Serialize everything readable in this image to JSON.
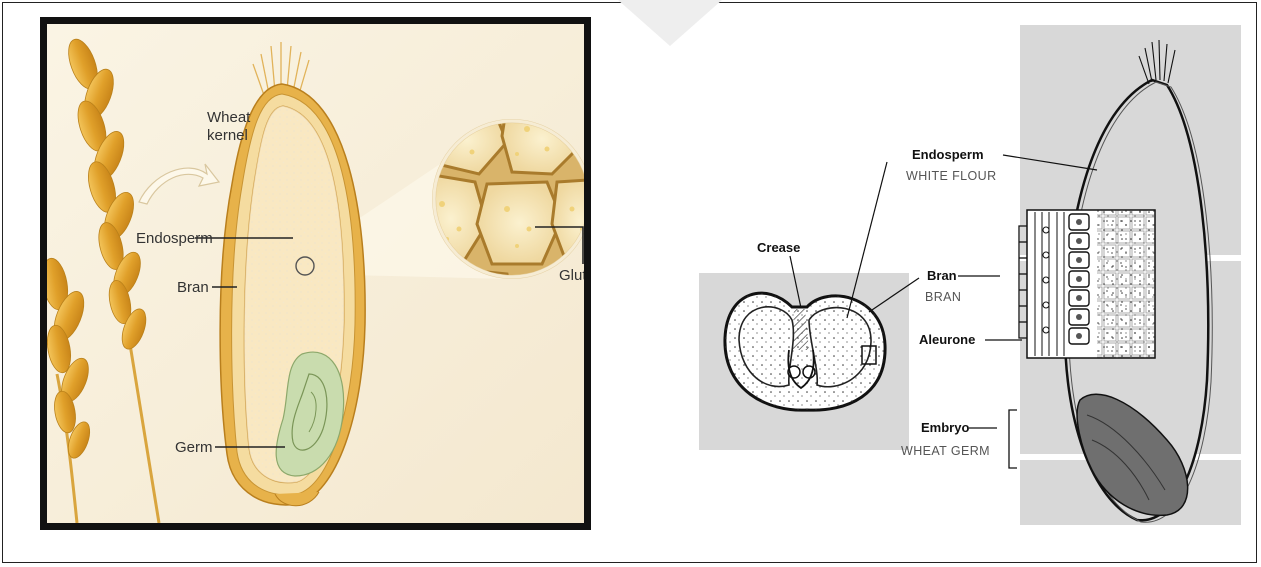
{
  "left_panel": {
    "labels": {
      "kernel_line1": "Wheat",
      "kernel_line2": "kernel",
      "endosperm": "Endosperm",
      "bran": "Bran",
      "germ": "Germ",
      "gluten": "Gluten"
    }
  },
  "right_panel": {
    "labels": {
      "crease": "Crease",
      "endosperm": "Endosperm",
      "endosperm_sub": "WHITE FLOUR",
      "bran": "Bran",
      "bran_sub": "BRAN",
      "aleurone": "Aleurone",
      "embryo": "Embryo",
      "embryo_sub": "WHEAT GERM"
    }
  },
  "colors": {
    "left_background": "#f8efdc",
    "wheat_gold": "#e3a52b",
    "endosperm_fill": "#fbf3df",
    "germ_green": "#c9dcae",
    "right_gray_bg": "#d8d8d8"
  }
}
